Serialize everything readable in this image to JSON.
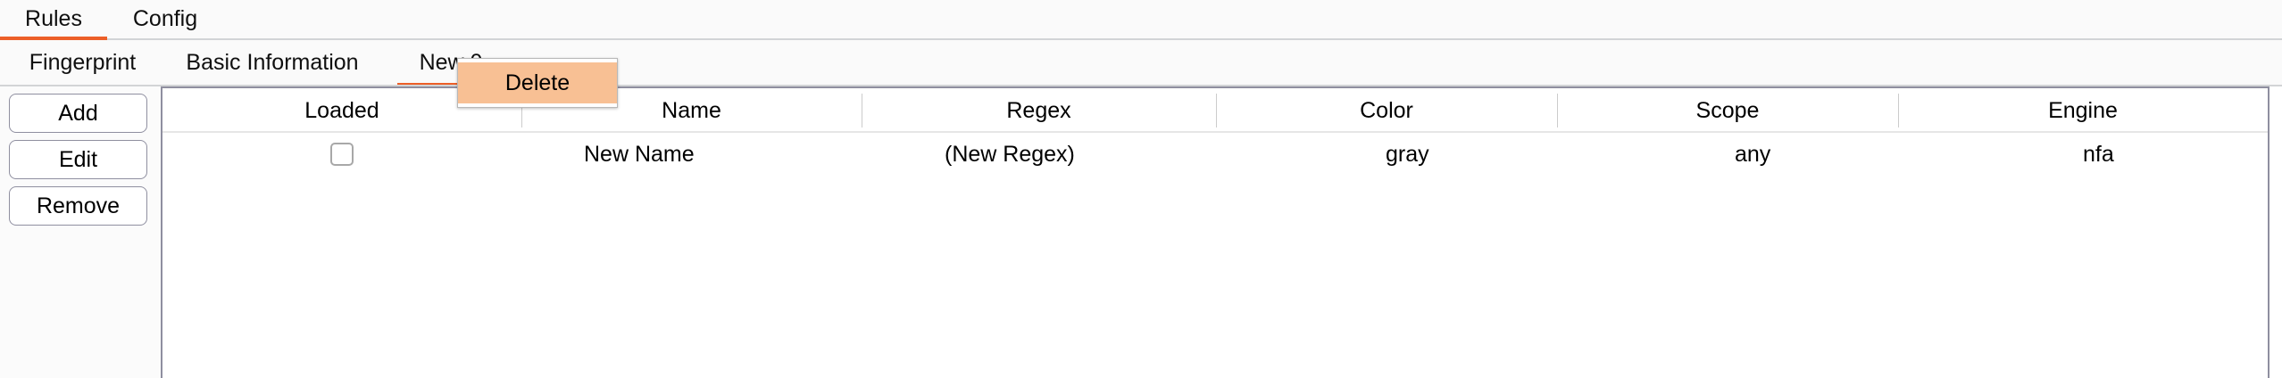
{
  "primary_tabs": {
    "items": [
      {
        "label": "Rules",
        "active": true
      },
      {
        "label": "Config",
        "active": false
      }
    ],
    "active_color": "#ec5f28"
  },
  "secondary_tabs": {
    "items": [
      {
        "label": "Fingerprint",
        "active": false
      },
      {
        "label": "Basic Information",
        "active": false
      },
      {
        "label": "New 0",
        "active": true
      }
    ],
    "active_color": "#ec5f28"
  },
  "context_menu": {
    "items": [
      {
        "label": "Delete",
        "highlighted": true
      }
    ],
    "highlight_color": "#f8c094"
  },
  "side_panel": {
    "buttons": [
      {
        "label": "Add"
      },
      {
        "label": "Edit"
      },
      {
        "label": "Remove"
      }
    ]
  },
  "table": {
    "columns": [
      "Loaded",
      "Name",
      "Regex",
      "Color",
      "Scope",
      "Engine"
    ],
    "rows": [
      {
        "loaded": false,
        "name": "New Name",
        "regex": "(New Regex)",
        "color": "gray",
        "scope": "any",
        "engine": "nfa"
      }
    ]
  }
}
